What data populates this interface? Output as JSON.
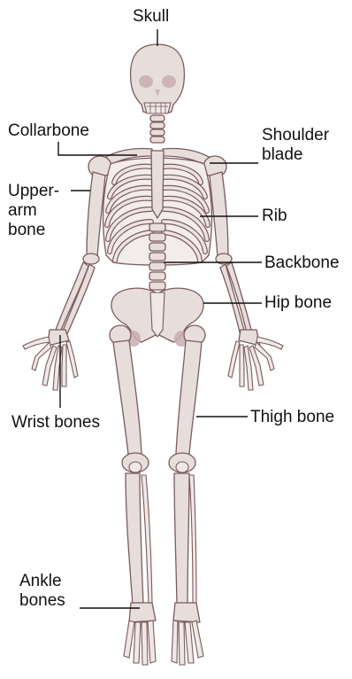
{
  "labels": {
    "skull": "Skull",
    "collarbone": "Collarbone",
    "shoulder_blade": [
      "Shoulder",
      "blade"
    ],
    "upper_arm_bone": [
      "Upper-",
      "arm",
      "bone"
    ],
    "rib": "Rib",
    "backbone": "Backbone",
    "hip_bone": "Hip bone",
    "wrist_bones": "Wrist bones",
    "thigh_bone": "Thigh bone",
    "ankle_bones": [
      "Ankle",
      "bones"
    ]
  },
  "colors": {
    "bone_fill": "#e7dedc",
    "bone_outline": "#7a5b5e",
    "shadow": "#c9aeae",
    "label_text": "#111111"
  }
}
